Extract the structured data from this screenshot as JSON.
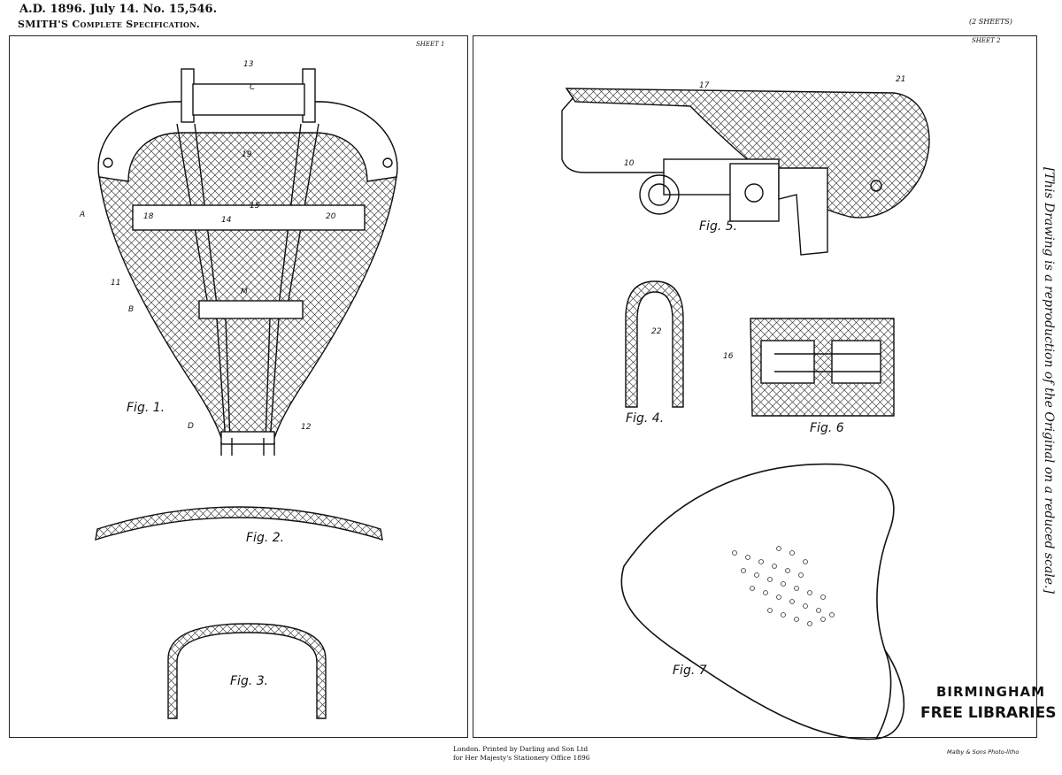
{
  "header": {
    "line1": "A.D. 1896. July 14. No. 15,546.",
    "line2": "SMITH'S Complete Specification.",
    "sheets_note": "(2 SHEETS)"
  },
  "sheets": [
    {
      "label": "SHEET 1"
    },
    {
      "label": "SHEET 2"
    }
  ],
  "figures": [
    {
      "label": "Fig. 1."
    },
    {
      "label": "Fig. 2."
    },
    {
      "label": "Fig. 3."
    },
    {
      "label": "Fig. 4."
    },
    {
      "label": "Fig. 5."
    },
    {
      "label": "Fig. 6"
    },
    {
      "label": "Fig. 7"
    }
  ],
  "reference_numerals": [
    "13",
    "C",
    "19",
    "18",
    "14",
    "15",
    "20",
    "A",
    "11",
    "M",
    "B",
    "12",
    "D",
    "10",
    "17",
    "21",
    "22",
    "16"
  ],
  "side_note": "[This Drawing is a reproduction of the Original on a reduced scale.]",
  "printer": {
    "line1": "London. Printed by Darling and Son Ltd",
    "line2": "for Her Majesty's Stationery Office 1896"
  },
  "stamp": {
    "line1": "BIRMINGHAM",
    "line2": "FREE LIBRARIES"
  },
  "lithographer": "Malby & Sons Photo-litho"
}
